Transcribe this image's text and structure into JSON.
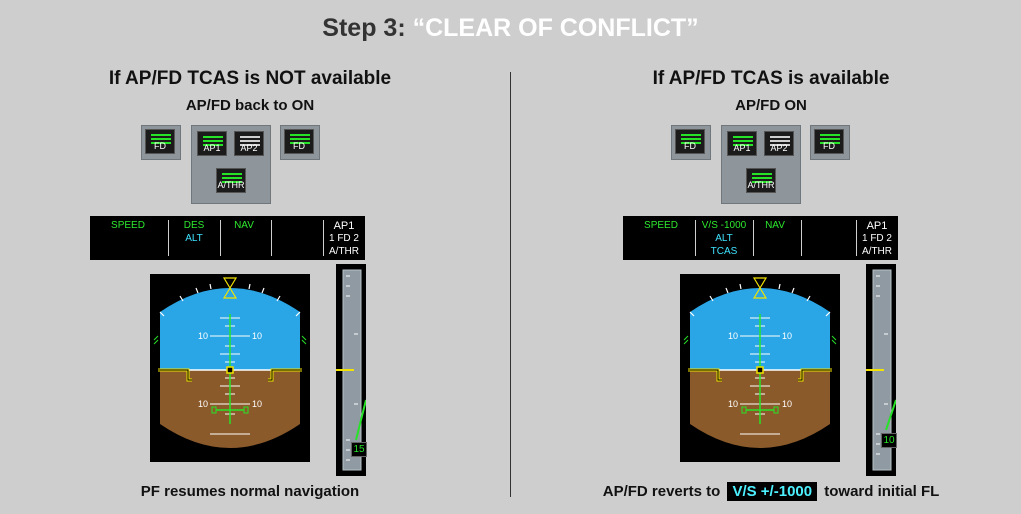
{
  "title": {
    "prefix": "Step 3: ",
    "quoted": "“CLEAR OF CONFLICT”"
  },
  "left": {
    "heading": "If AP/FD TCAS is NOT available",
    "subheading": "AP/FD back to ON",
    "fcu": {
      "fd1": "FD",
      "ap1": "AP1",
      "ap2": "AP2",
      "fd2": "FD",
      "athr": "A/THR"
    },
    "fma": {
      "speed": "SPEED",
      "vert1": "DES",
      "vert2": "ALT",
      "vert3": "",
      "lat": "NAV",
      "ap": "AP1",
      "fd": "1 FD 2",
      "athr": "A/THR"
    },
    "pfd": {
      "pitch_up": "10",
      "pitch_down": "10",
      "vs": "15"
    },
    "footer": "PF resumes normal navigation"
  },
  "right": {
    "heading": "If AP/FD TCAS is available",
    "subheading": "AP/FD ON",
    "fcu": {
      "fd1": "FD",
      "ap1": "AP1",
      "ap2": "AP2",
      "fd2": "FD",
      "athr": "A/THR"
    },
    "fma": {
      "speed": "SPEED",
      "vert1": "V/S -1000",
      "vert2": "ALT",
      "vert3": "TCAS",
      "lat": "NAV",
      "ap": "AP1",
      "fd": "1 FD 2",
      "athr": "A/THR"
    },
    "pfd": {
      "pitch_up": "10",
      "pitch_down": "10",
      "vs": "10"
    },
    "footer_pre": "AP/FD reverts to",
    "footer_hl": "V/S +/-1000",
    "footer_post": "toward initial FL"
  },
  "colors": {
    "background": "#cecece",
    "sky": "#2aa6e6",
    "ground": "#8b5a2b",
    "fma_green": "#2ee82e",
    "fma_cyan": "#3fe3ff",
    "quote": "#ffffff"
  }
}
